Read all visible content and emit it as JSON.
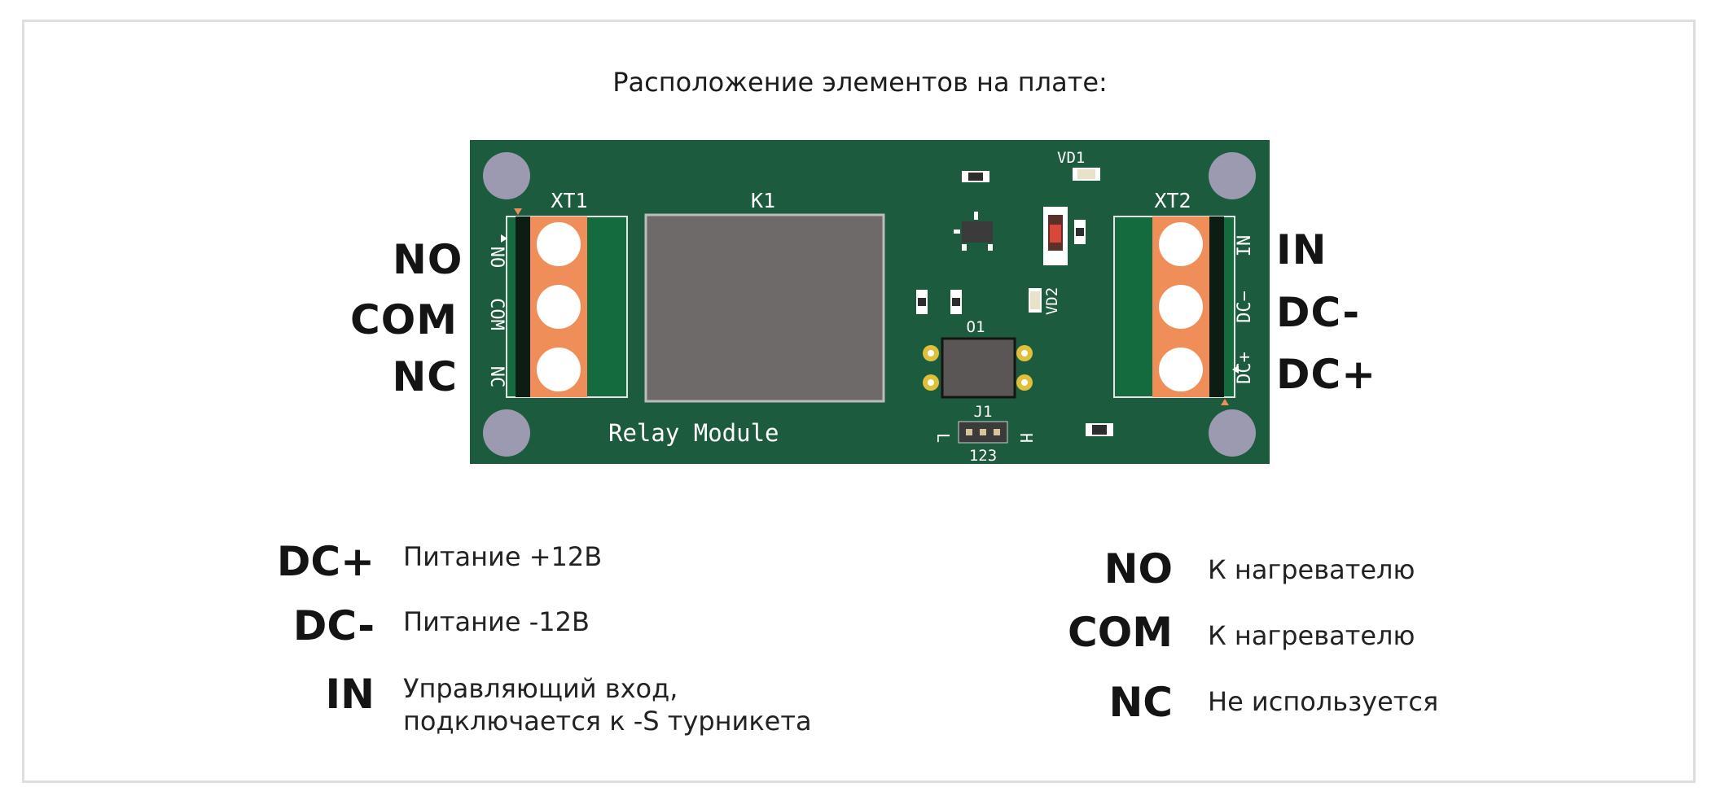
{
  "title": "Расположение элементов на плате:",
  "board": {
    "refs": {
      "xt1": "XT1",
      "xt2": "XT2",
      "k1": "K1",
      "vd1": "VD1",
      "vd2": "VD2",
      "o1": "O1",
      "j1": "J1"
    },
    "silk_left": [
      "NO",
      "COM",
      "NC"
    ],
    "silk_right": [
      "IN",
      "DC−",
      "DC+"
    ],
    "silk_text": "Relay Module",
    "j1_left": "L",
    "j1_right": "H",
    "j1_pins": "123",
    "colors": {
      "pcb": "#1d5b3f",
      "terminal": "#ef8e59",
      "terminal_body": "#146b3d",
      "relay": "#6d6a69",
      "hole": "#9c9ab0"
    }
  },
  "pin_labels": {
    "left": [
      "NO",
      "COM",
      "NC"
    ],
    "right": [
      "IN",
      "DC-",
      "DC+"
    ]
  },
  "legend": {
    "left": [
      {
        "code": "DC+",
        "desc": [
          "Питание +12В"
        ]
      },
      {
        "code": "DC-",
        "desc": [
          "Питание -12В"
        ]
      },
      {
        "code": "IN",
        "desc": [
          "Управляющий вход,",
          "подключается к -S турникета"
        ]
      }
    ],
    "right": [
      {
        "code": "NO",
        "desc": [
          "К нагревателю"
        ]
      },
      {
        "code": "COM",
        "desc": [
          "К нагревателю"
        ]
      },
      {
        "code": "NC",
        "desc": [
          "Не используется"
        ]
      }
    ]
  }
}
